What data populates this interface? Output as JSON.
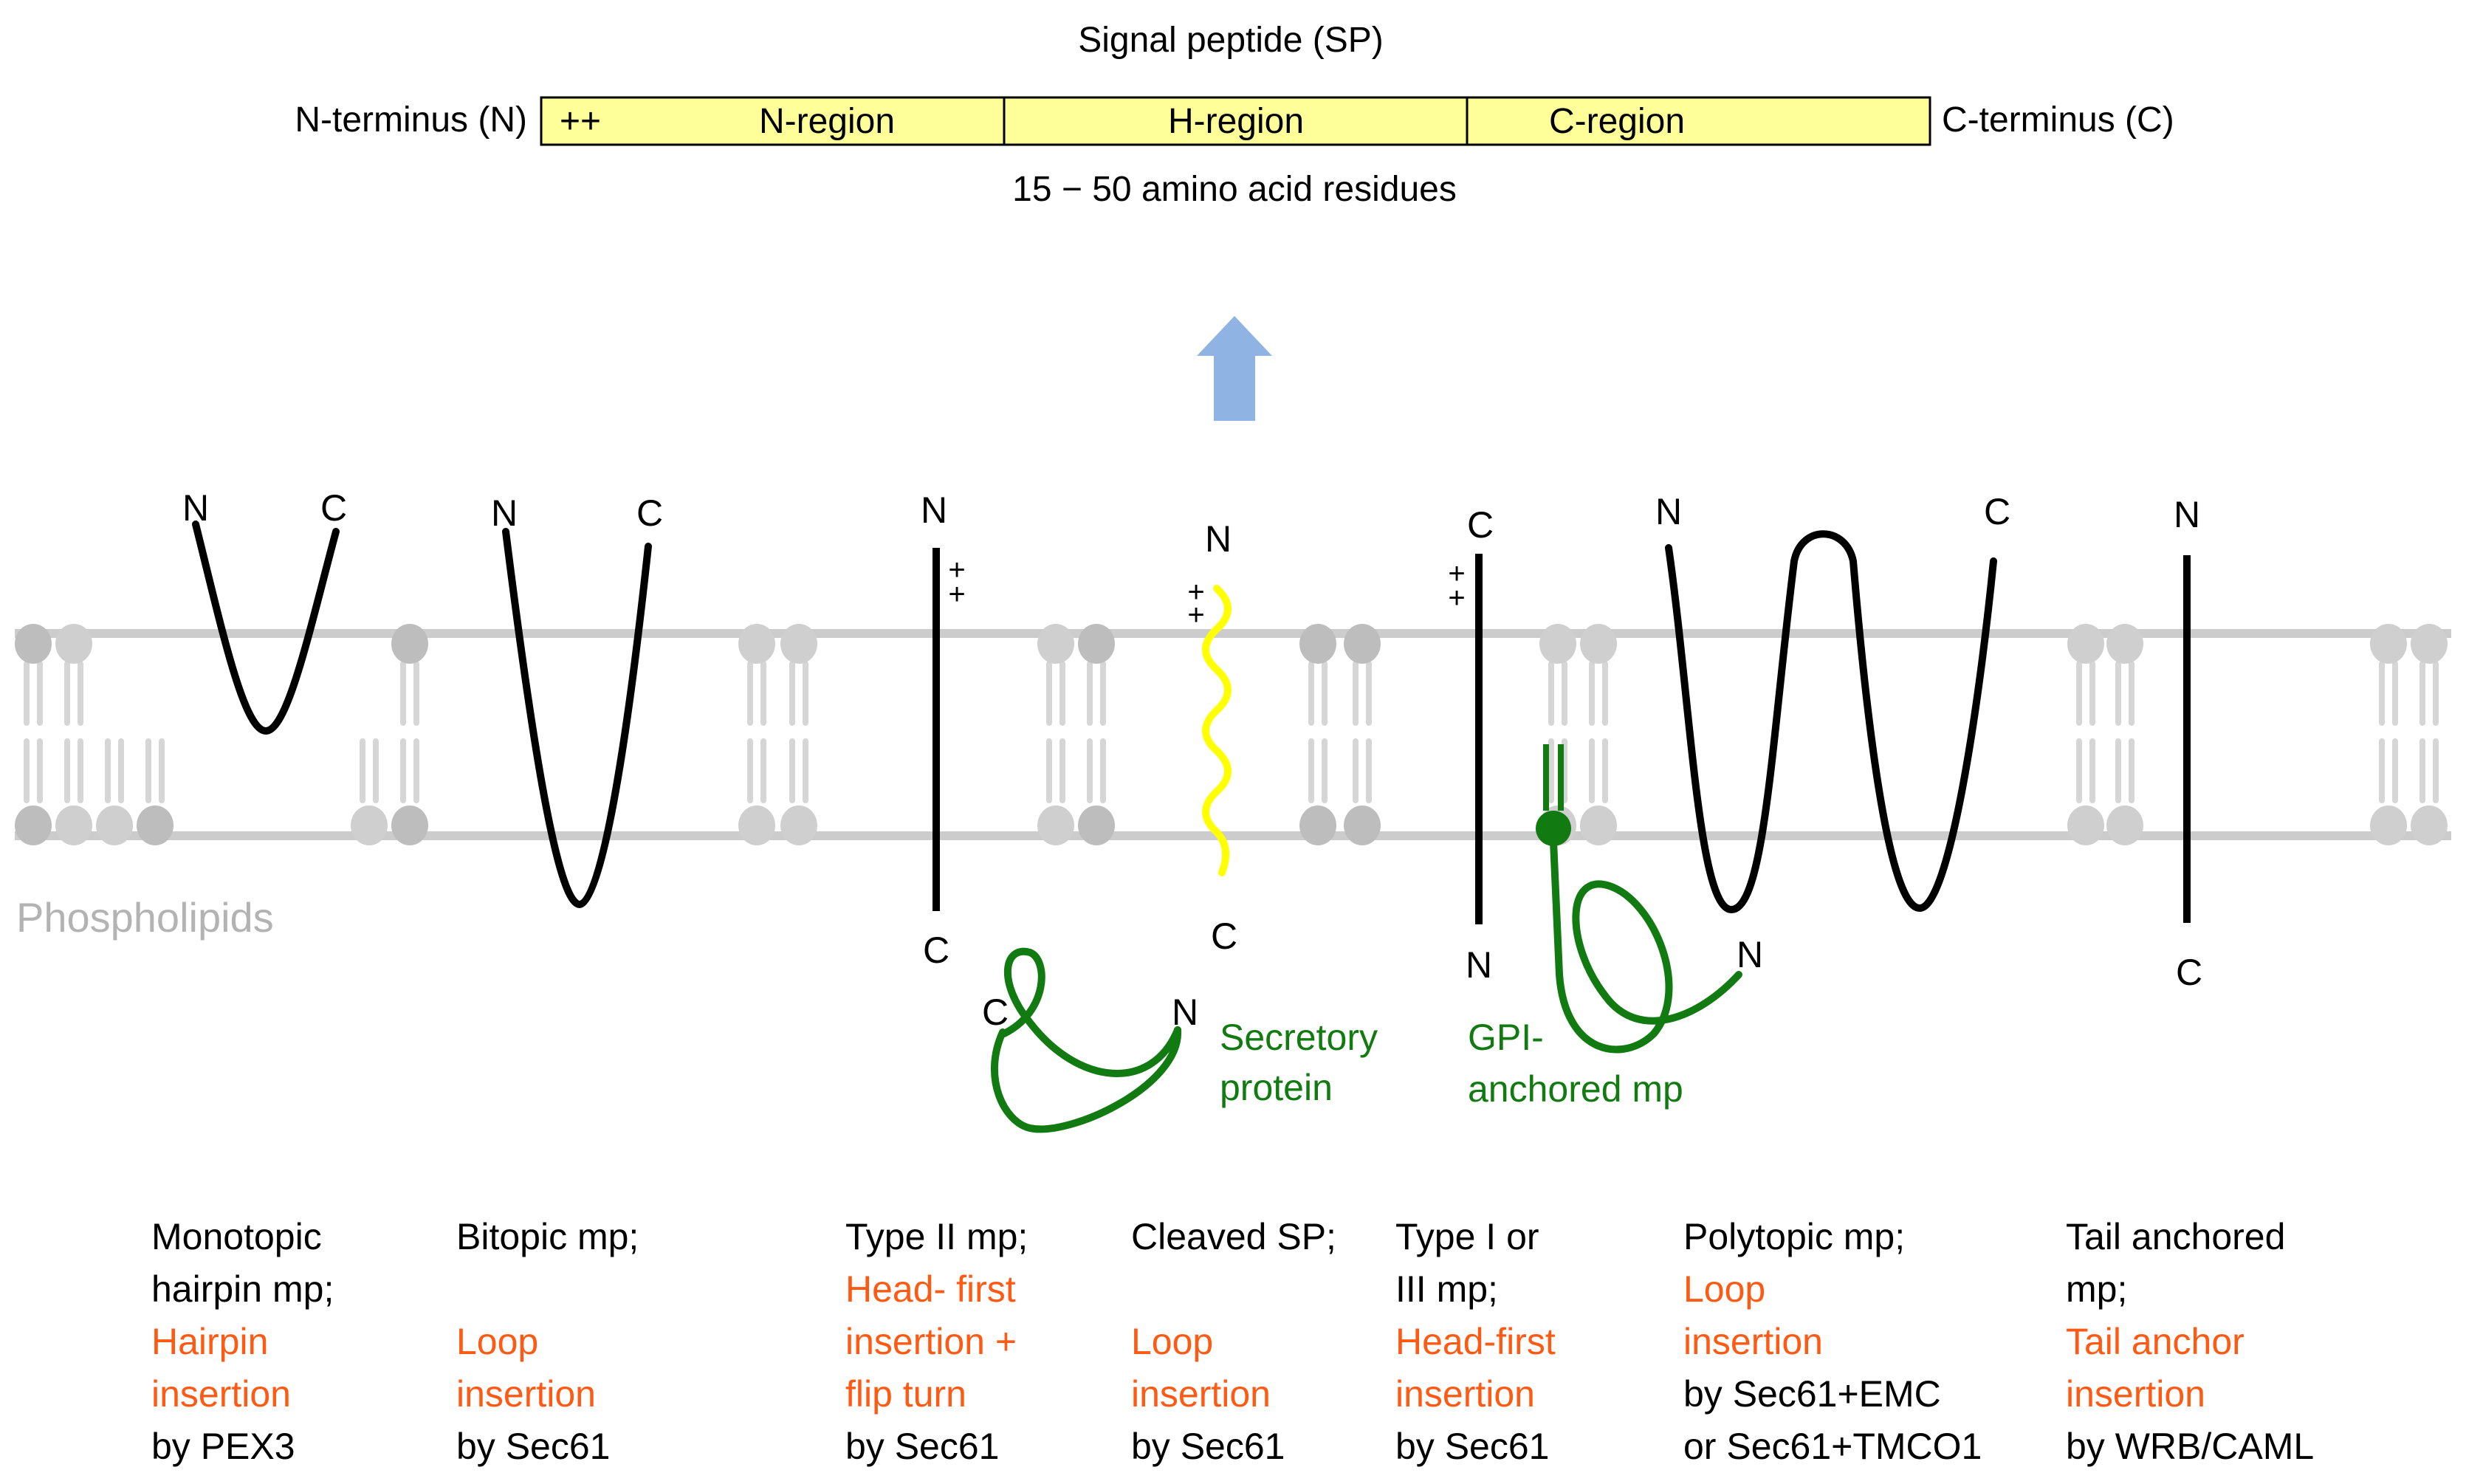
{
  "signal_peptide": {
    "title": "Signal peptide (SP)",
    "n_terminus": "N-terminus (N)",
    "c_terminus": "C-terminus (C)",
    "charge": "++",
    "regions": [
      "N-region",
      "H-region",
      "C-region"
    ],
    "length_note": "15 − 50 amino acid residues",
    "fill_color": "#ffff99"
  },
  "arrow_color": "#8fb4e3",
  "membrane": {
    "label": "Phospholipids",
    "color": "#cccccc"
  },
  "termini": {
    "n": "N",
    "c": "C",
    "plus": "+"
  },
  "soluble_labels": {
    "secretory": [
      "Secretory",
      "protein"
    ],
    "gpi": [
      "GPI-",
      "anchored mp"
    ]
  },
  "colors": {
    "chain": "#000000",
    "signal": "#ffff00",
    "green": "#117a11",
    "orange": "#ff5a14"
  },
  "captions": [
    {
      "lines": [
        "Monotopic",
        "hairpin mp;",
        "Hairpin",
        "insertion",
        "by PEX3"
      ],
      "orange": [
        2,
        3
      ]
    },
    {
      "lines": [
        "Bitopic mp;",
        "",
        "Loop",
        "insertion",
        "by Sec61"
      ],
      "orange": [
        2,
        3
      ]
    },
    {
      "lines": [
        "Type II mp;",
        "Head- first",
        "insertion +",
        "flip turn",
        "by Sec61"
      ],
      "orange": [
        1,
        2,
        3
      ]
    },
    {
      "lines": [
        "Cleaved SP;",
        "",
        "Loop",
        "insertion",
        "by Sec61"
      ],
      "orange": [
        2,
        3
      ]
    },
    {
      "lines": [
        "Type I or",
        "III mp;",
        "Head-first",
        "insertion",
        "by Sec61"
      ],
      "orange": [
        2,
        3
      ]
    },
    {
      "lines": [
        "Polytopic mp;",
        "Loop",
        "insertion",
        "by Sec61+EMC",
        "or Sec61+TMCO1"
      ],
      "orange": [
        1,
        2
      ]
    },
    {
      "lines": [
        "Tail anchored",
        "mp;",
        "Tail anchor",
        "insertion",
        "by WRB/CAML"
      ],
      "orange": [
        2,
        3
      ]
    }
  ]
}
